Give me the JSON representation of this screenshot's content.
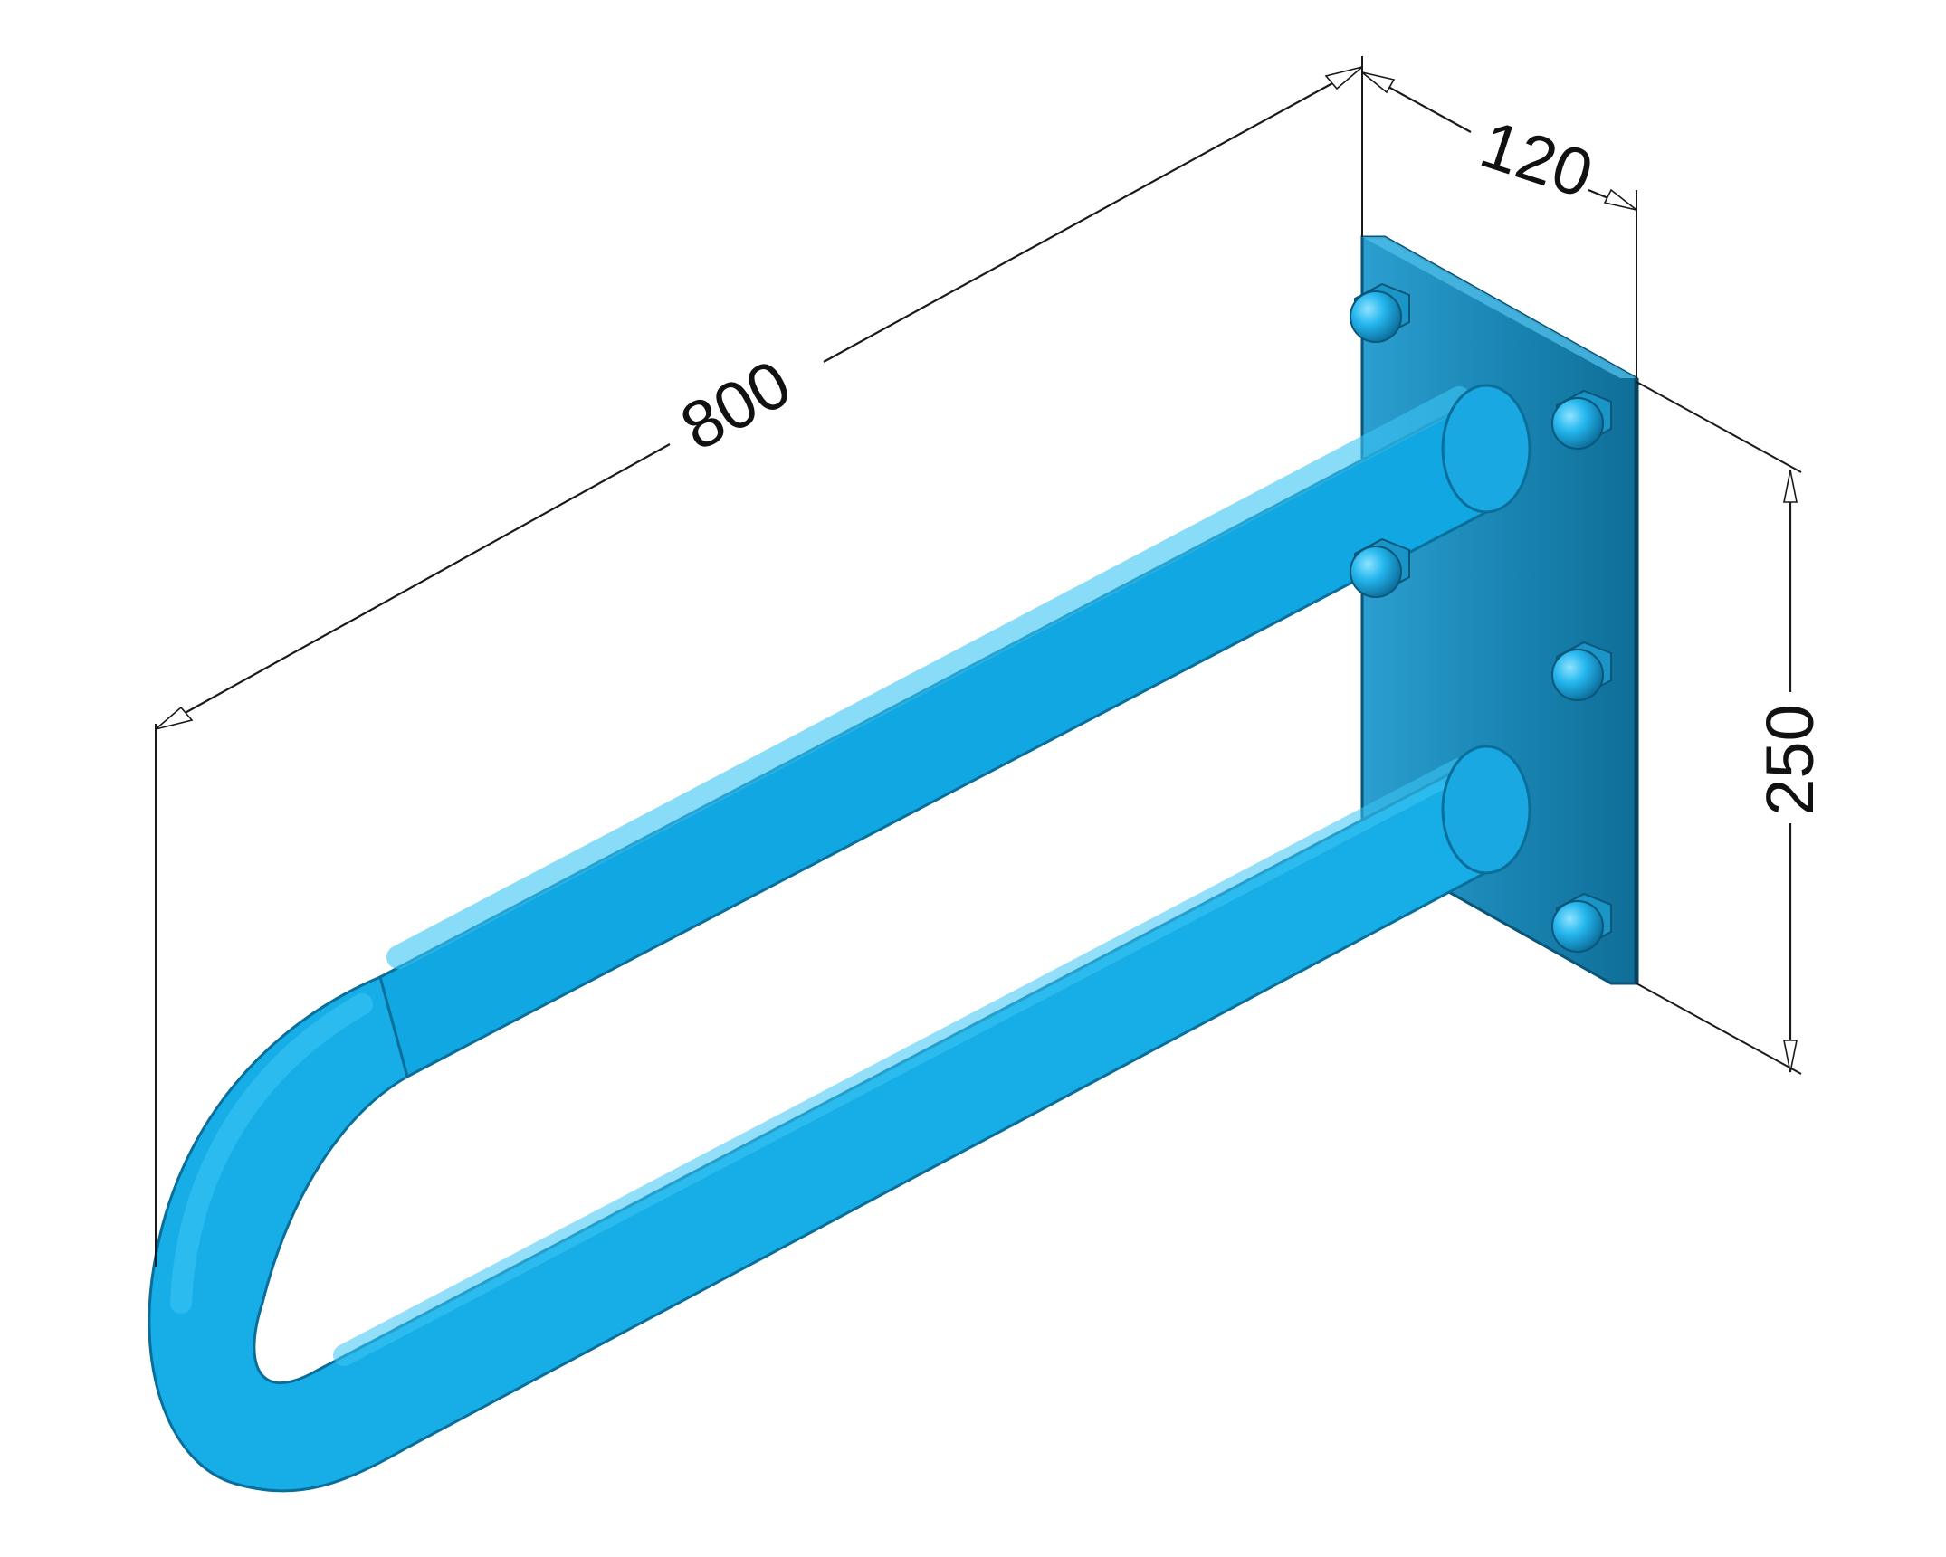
{
  "diagram": {
    "dimensions": [
      {
        "id": "length",
        "label": "800"
      },
      {
        "id": "depth",
        "label": "120"
      },
      {
        "id": "height",
        "label": "250"
      }
    ],
    "colors": {
      "tube": "#1fb0e6",
      "plate": "#1a86b4",
      "dimension_line": "#1a1a1a"
    }
  }
}
